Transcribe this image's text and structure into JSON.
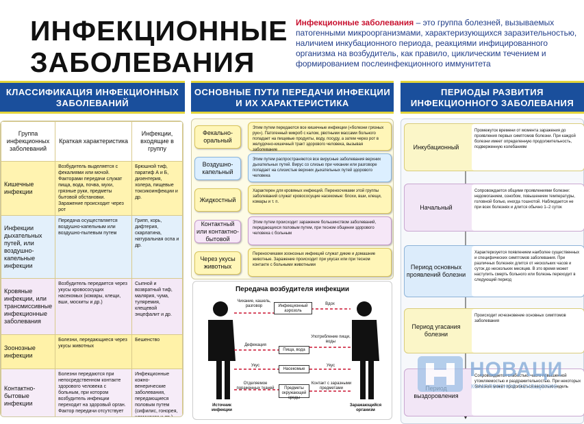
{
  "title": "ИНФЕКЦИОННЫЕ ЗАБОЛЕВАНИЯ",
  "intro": {
    "lead": "Инфекционные заболевания",
    "text": " – это группа болезней, вызываемых патогенными микроорганизмами, характеризующихся заразительностью, наличием инкубационного периода, реакциями инфицированного организма на возбудитель, как правило, циклическим течением и формированием послеинфекционного иммунитета"
  },
  "headers": {
    "classification": "КЛАССИФИКАЦИЯ ИНФЕКЦИОННЫХ ЗАБОЛЕВАНИЙ",
    "routes": "ОСНОВНЫЕ ПУТИ ПЕРЕДАЧИ ИНФЕКЦИИ И ИХ ХАРАКТЕРИСТИКА",
    "periods": "ПЕРИОДЫ РАЗВИТИЯ ИНФЕКЦИОННОГО ЗАБОЛЕВАНИЯ"
  },
  "table": {
    "columns": [
      "Группа инфекционных заболеваний",
      "Краткая характеристика",
      "Инфекции, входящие в группу"
    ],
    "rows": [
      {
        "group": "Кишечные инфекции",
        "desc": "Возбудитель выделяется с фекалиями или мочой. Факторами передачи служат пища, вода, почва, мухи, грязные руки, предметы бытовой обстановки. Заражение происходит через рот",
        "list": "Брюшной тиф, паратиф А и Б, дизентерия, холера, пищевые токсикоинфекции и др."
      },
      {
        "group": "Инфекции дыхательных путей, или воздушно-капельные инфекции",
        "desc": "Передача осуществляется воздушно-капельным или воздушно-пылевым путем",
        "list": "Грипп, корь, дифтерия, скарлатина, натуральная оспа и др."
      },
      {
        "group": "Кровяные инфекции, или трансмиссивные инфекционные заболевания",
        "desc": "Возбудитель передается через укусы кровососущих насекомых (комары, клещи, вши, москиты и др.)",
        "list": "Сыпной и возвратный тиф, малярия, чума, туляремия, клещевой энцефалит и др."
      },
      {
        "group": "Зоонозные инфекции",
        "desc": "Болезни, передающиеся через укусы животных",
        "list": "Бешенство"
      },
      {
        "group": "Контактно-бытовые инфекции",
        "desc": "Болезни передаются при непосредственном контакте здорового человека с больным, при котором возбудитель инфекции переходит на здоровый орган. Фактор передачи отсутствует",
        "list": "Инфекционные кожно-венерические заболевания, передающиеся половым путем (сифилис, гонорея, хламидиоз и др.)"
      }
    ]
  },
  "routes": [
    {
      "name": "Фекально-оральный",
      "desc": "Этим путем передаются все кишечные инфекции («болезни грязных рук»). Патогенный микроб с калом, рвотными массами больного попадает на пищевые продукты, воду, посуду, а затем через рот в желудочно-кишечный тракт здорового человека, вызывая заболевание"
    },
    {
      "name": "Воздушно-капельный",
      "desc": "Этим путем распространяются все вирусные заболевания верхних дыхательных путей. Вирус со слизью при чихании или разговоре попадает на слизистые верхних дыхательных путей здорового человека"
    },
    {
      "name": "Жидкостный",
      "desc": "Характерен для кровяных инфекций. Переносчиками этой группы заболеваний служат кровососущие насекомые: блохи, вши, клещи, комары и т. п."
    },
    {
      "name": "Контактный или контактно-бытовой",
      "desc": "Этим путем происходит заражение большинством заболеваний, передающихся половым путем, при тесном общении здорового человека с больным"
    },
    {
      "name": "Через укусы животных",
      "desc": "Переносчиками зоонозных инфекций служат дикие и домашние животные. Заражение происходит при укусах или при тесном контакте с больными животными"
    }
  ],
  "transmission": {
    "title": "Передача возбудителя инфекции",
    "boxes": {
      "aerosol": "Инфекционный аэрозоль",
      "food": "Пища, вода",
      "insects": "Насекомые",
      "objects": "Предметы окружающей среды"
    },
    "labels": {
      "speech": "Чихание, кашель, разговор",
      "inhale": "Вдох",
      "consume": "Употребление пищи, воды",
      "defecation": "Дефекация",
      "bite1": "Укус",
      "bite2": "Укус",
      "discharge": "Отделяемое пораженных тканей",
      "contact": "Контакт с заразными предметами",
      "source": "Источник инфекции",
      "host": "Заражающийся организм"
    }
  },
  "periods": [
    {
      "name": "Инкубационный",
      "desc": "Промежуток времени от момента заражения до проявления первых симптомов болезни. При каждой болезни имеет определенную продолжительность, подверженную колебаниям"
    },
    {
      "name": "Начальный",
      "desc": "Сопровождается общими проявлениями болезни: недомоганием, ознобом, повышением температуры, головной болью, иногда тошнотой. Наблюдается не при всех болезнях и длится обычно 1–2 суток"
    },
    {
      "name": "Период основных проявлений болезни",
      "desc": "Характеризуется появлением наиболее существенных и специфических симптомов заболевания. При различных болезнях длится от нескольких часов и суток до нескольких месяцев. В это время может наступить смерть больного или болезнь переходит в следующий период"
    },
    {
      "name": "Период угасания болезни",
      "desc": "Происходит исчезновение основных симптомов заболевания"
    },
    {
      "name": "Период выздоровления",
      "desc": "Сопровождается слабостью, часто повышенной утомляемостью и раздражительностью. При некоторых болезнях может продолжаться несколько недель"
    }
  ],
  "watermark": {
    "brand": "НОВАЦИ",
    "tagline": "комплексное оснащение"
  },
  "colors": {
    "header": "#1a4f9c",
    "stripe": "#e3d43a",
    "intro": "#1f3c88",
    "accent": "#c8102e"
  }
}
